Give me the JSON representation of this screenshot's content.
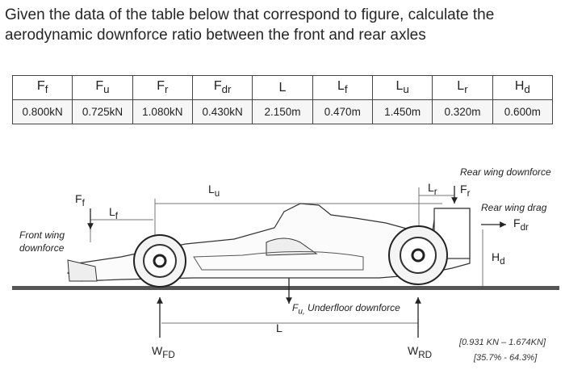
{
  "question": "Given the data of the table below that correspond to figure, calculate the aerodynamic downforce ratio between the front and rear axles",
  "table": {
    "headers": [
      "F_f",
      "F_u",
      "F_r",
      "F_dr",
      "L",
      "L_f",
      "L_u",
      "L_r",
      "H_d"
    ],
    "values": [
      "0.800kN",
      "0.725kN",
      "1.080kN",
      "0.430kN",
      "2.150m",
      "0.470m",
      "1.450m",
      "0.320m",
      "0.600m"
    ]
  },
  "figure_labels": {
    "ff": "F_f",
    "lf": "L_f",
    "lu": "L_u",
    "lr": "L_r",
    "fr": "F_r",
    "front_wing": "Front wing downforce",
    "rear_wing_downforce": "Rear wing downforce",
    "rear_wing_drag": "Rear wing drag",
    "fdr": "F_dr",
    "hd": "H_d",
    "fu_underfloor": "F_u, Underfloor downforce",
    "l": "L",
    "wfd": "W_FD",
    "wrd": "W_RD"
  },
  "answer": {
    "range": "[0.931 KN – 1.674KN]",
    "percent": "[35.7% - 64.3%]"
  }
}
